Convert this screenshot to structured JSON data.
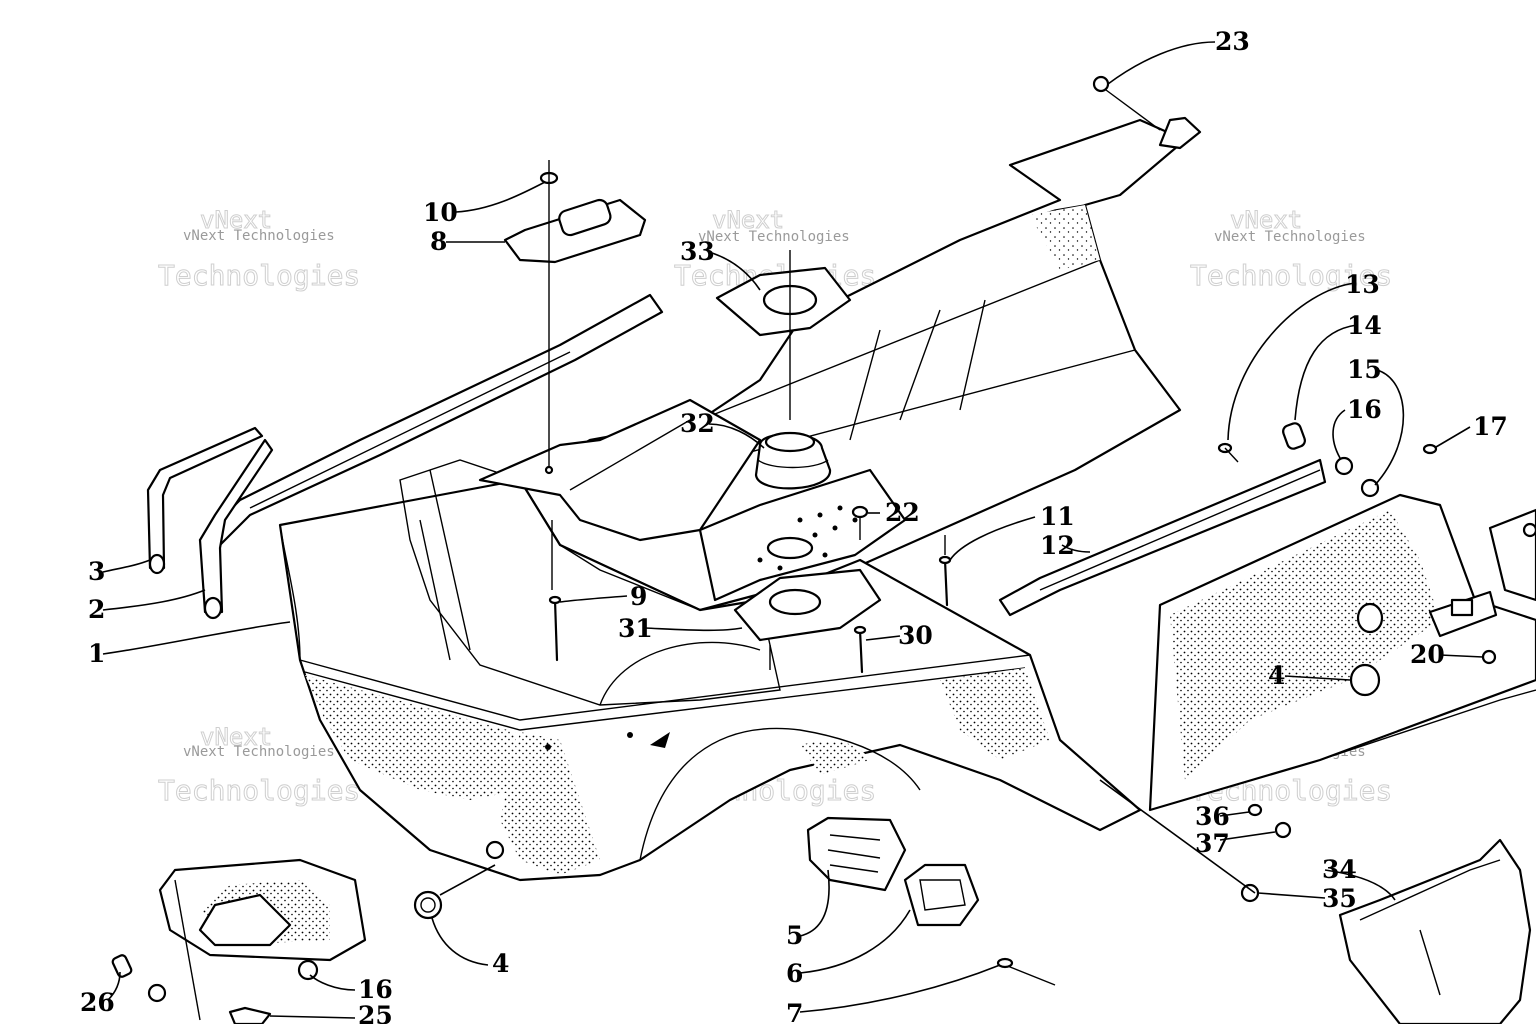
{
  "watermark": {
    "line_top": "vNext",
    "line_mid": "vNext Technologies",
    "line_bottom": "Technologies"
  },
  "callouts": {
    "c1": "1",
    "c2": "2",
    "c3": "3",
    "c4a": "4",
    "c4b": "4",
    "c5": "5",
    "c6": "6",
    "c7": "7",
    "c8": "8",
    "c9": "9",
    "c10": "10",
    "c11": "11",
    "c12": "12",
    "c13": "13",
    "c14": "14",
    "c15": "15",
    "c16a": "16",
    "c16b": "16",
    "c17": "17",
    "c20": "20",
    "c22": "22",
    "c23": "23",
    "c25": "25",
    "c26": "26",
    "c30": "30",
    "c31": "31",
    "c32": "32",
    "c33": "33",
    "c34": "34",
    "c35": "35",
    "c36": "36",
    "c37": "37"
  }
}
